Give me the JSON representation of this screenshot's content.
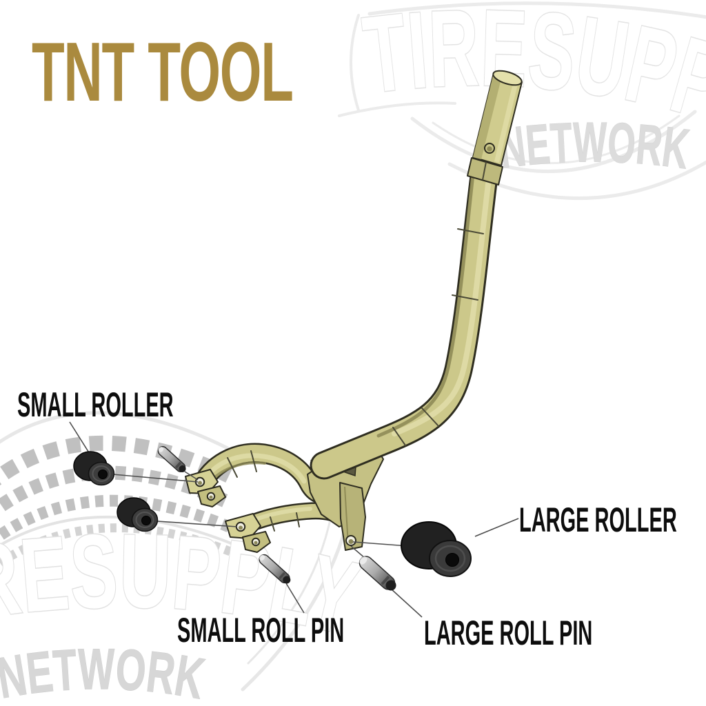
{
  "title": {
    "text": "TNT TOOL",
    "color": "#aa8a3e"
  },
  "watermark": {
    "brand": "TIRESUPPLY",
    "subtext": "NETWORK",
    "color": "#e6e6e6"
  },
  "part_labels": {
    "small_roller": "SMALL ROLLER",
    "large_roller": "LARGE ROLLER",
    "small_roll_pin": "SMALL ROLL PIN",
    "large_roll_pin": "LARGE ROLL PIN"
  },
  "colors": {
    "background": "#ffffff",
    "title": "#aa8a3e",
    "label_text": "#0d0d0d",
    "tool_body": "#ccc88a",
    "tool_highlight": "#e0dca7",
    "tool_shadow": "#8f8b56",
    "tool_outline": "#2e2d20",
    "roller_black": "#242424",
    "pin_gray": "#ababab",
    "leader_line": "#4d4d4d",
    "watermark_gray": "#e6e6e6"
  }
}
